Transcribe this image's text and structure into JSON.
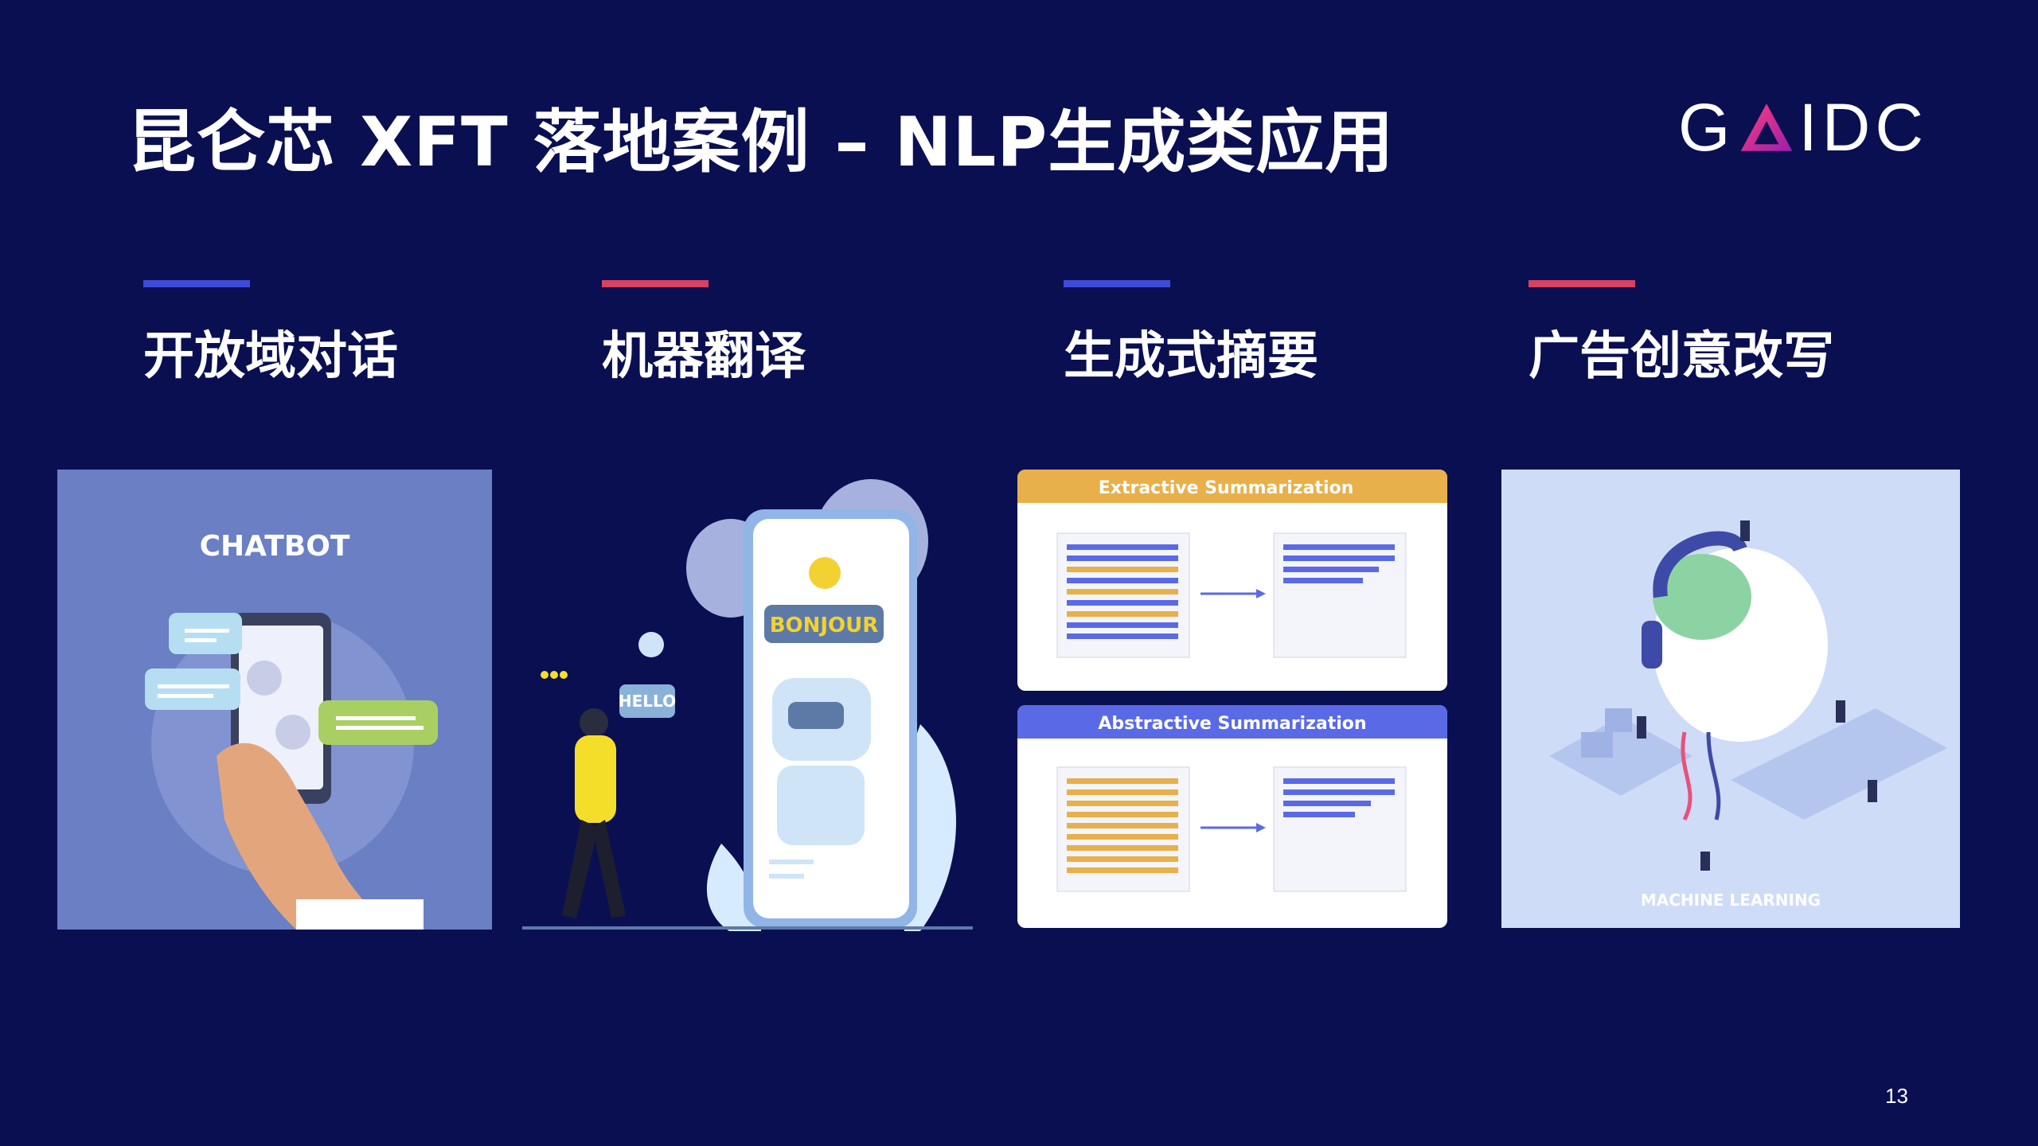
{
  "slide": {
    "title": "昆仑芯 XFT 落地案例 – NLP生成类应用",
    "page_number": "13"
  },
  "logo": {
    "letters_left": "G",
    "letters_right": "IDC",
    "accent": "#e8316a"
  },
  "columns": [
    {
      "title": "开放域对话",
      "bar_color": "#3d4bd6"
    },
    {
      "title": "机器翻译",
      "bar_color": "#d8415f"
    },
    {
      "title": "生成式摘要",
      "bar_color": "#3d4bd6"
    },
    {
      "title": "广告创意改写",
      "bar_color": "#d8415f"
    }
  ],
  "illustrations": {
    "chatbot": {
      "label": "CHATBOT"
    },
    "translation": {
      "bubble_hello": "HELLO",
      "bubble_bonjour": "BONJOUR"
    },
    "summarization": {
      "extractive_label": "Extractive Summarization",
      "abstractive_label": "Abstractive Summarization",
      "extractive_color": "#e8b04a",
      "abstractive_color": "#5a6ae6"
    },
    "ml": {
      "label": "MACHINE LEARNING"
    }
  }
}
